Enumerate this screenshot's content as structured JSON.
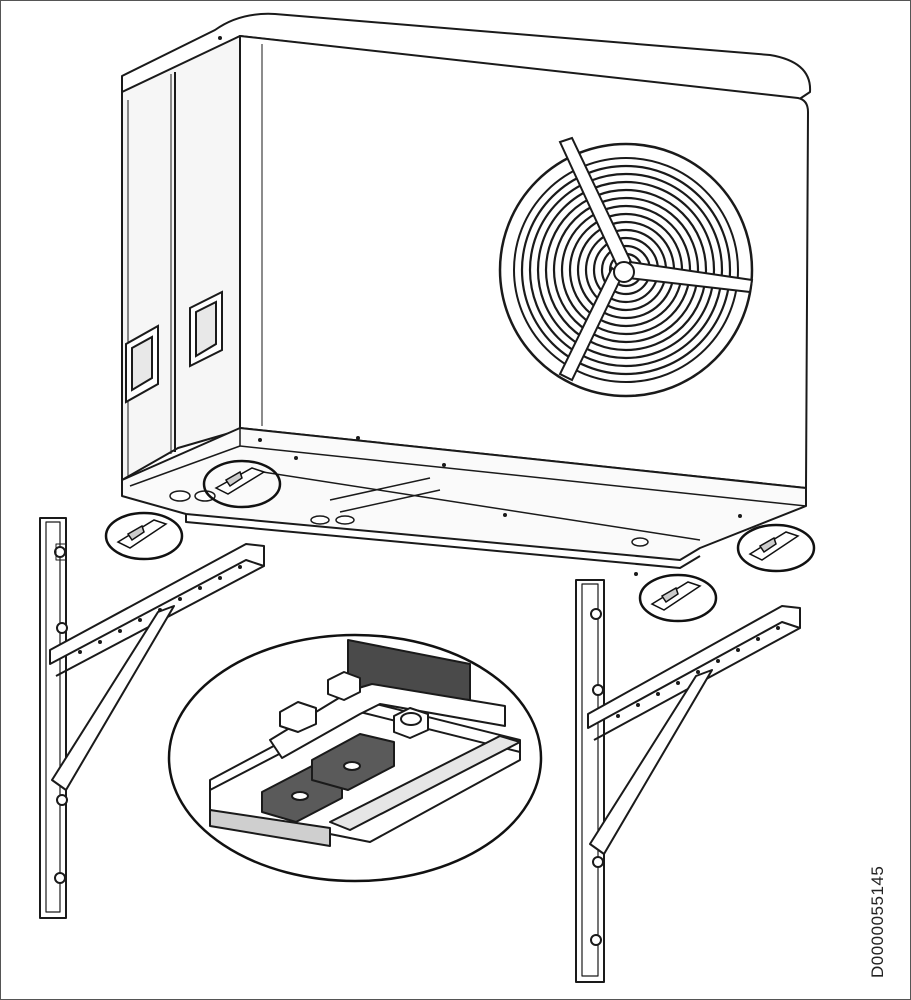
{
  "figure": {
    "document_code": "D0000055145",
    "colors": {
      "line": "#1a1a1a",
      "body_fill": "#ffffff",
      "shadow": "#cfcfcf",
      "dark_face": "#4a4a4a",
      "callout_ring": "#111111"
    },
    "parts": {
      "unit": "heat-pump-outdoor-unit",
      "fan": "fan-grille",
      "handles": [
        "carry-handle-left",
        "carry-handle-right"
      ],
      "brackets": [
        "wall-bracket-left",
        "wall-bracket-right"
      ],
      "callouts": [
        "mount-foot-front-left",
        "mount-foot-rear-left",
        "mount-foot-front-right",
        "mount-foot-rear-right"
      ],
      "detail": "mount-detail-inset"
    }
  }
}
